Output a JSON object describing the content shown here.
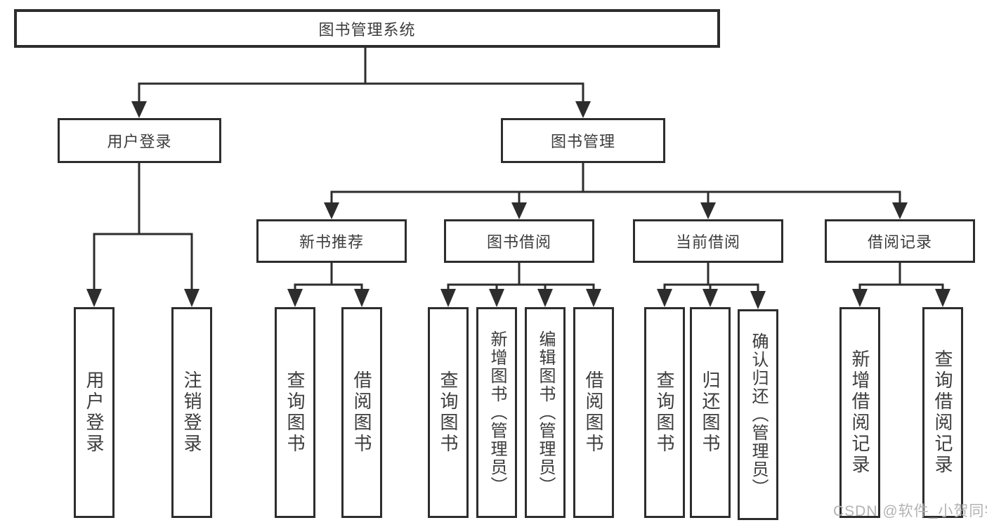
{
  "root": {
    "label": "图书管理系统"
  },
  "branches": [
    {
      "label": "用户登录",
      "leaves": [
        {
          "label": "用户登录"
        },
        {
          "label": "注销登录"
        }
      ]
    },
    {
      "label": "图书管理",
      "sections": [
        {
          "label": "新书推荐",
          "leaves": [
            {
              "label": "查询图书"
            },
            {
              "label": "借阅图书"
            }
          ]
        },
        {
          "label": "图书借阅",
          "leaves": [
            {
              "label": "查询图书"
            },
            {
              "label": "新增图书（管理员）"
            },
            {
              "label": "编辑图书（管理员）"
            },
            {
              "label": "借阅图书"
            }
          ]
        },
        {
          "label": "当前借阅",
          "leaves": [
            {
              "label": "查询图书"
            },
            {
              "label": "归还图书"
            },
            {
              "label": "确认归还（管理员）"
            }
          ]
        },
        {
          "label": "借阅记录",
          "leaves": [
            {
              "label": "新增借阅记录"
            },
            {
              "label": "查询借阅记录"
            }
          ]
        }
      ]
    }
  ],
  "watermark": "CSDN @软件_小贺同学",
  "colors": {
    "line": "#2d2d2d",
    "text": "#3c3c3c",
    "background": "#ffffff",
    "watermark": "#b3b3b3"
  }
}
